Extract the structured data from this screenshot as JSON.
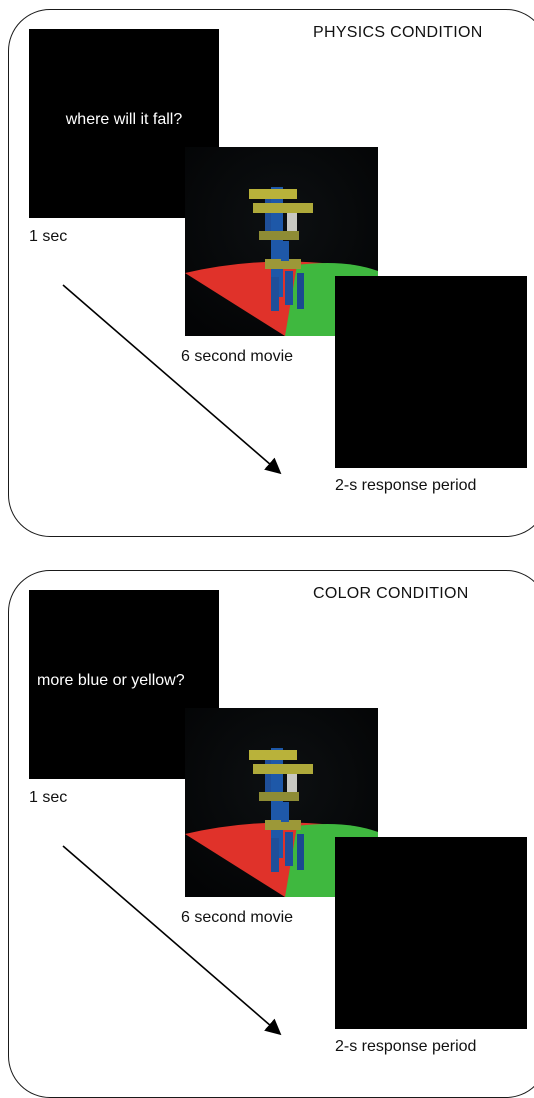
{
  "panels": [
    {
      "condition_title": "PHYSICS CONDITION",
      "cue_text": "where will it fall?",
      "cue_duration_label": "1 sec",
      "movie_label": "6 second movie",
      "response_label": "2-s response period"
    },
    {
      "condition_title": "COLOR CONDITION",
      "cue_text": "more blue or yellow?",
      "cue_duration_label": "1 sec",
      "movie_label": "6 second movie",
      "response_label": "2-s response period"
    }
  ],
  "colors": {
    "screen_background": "#000000",
    "floor_red": "#e0322a",
    "floor_green": "#3fb83f",
    "block_blue": "#1f4f9a",
    "block_yellow": "#b9b23a",
    "cue_text": "#ffffff"
  }
}
